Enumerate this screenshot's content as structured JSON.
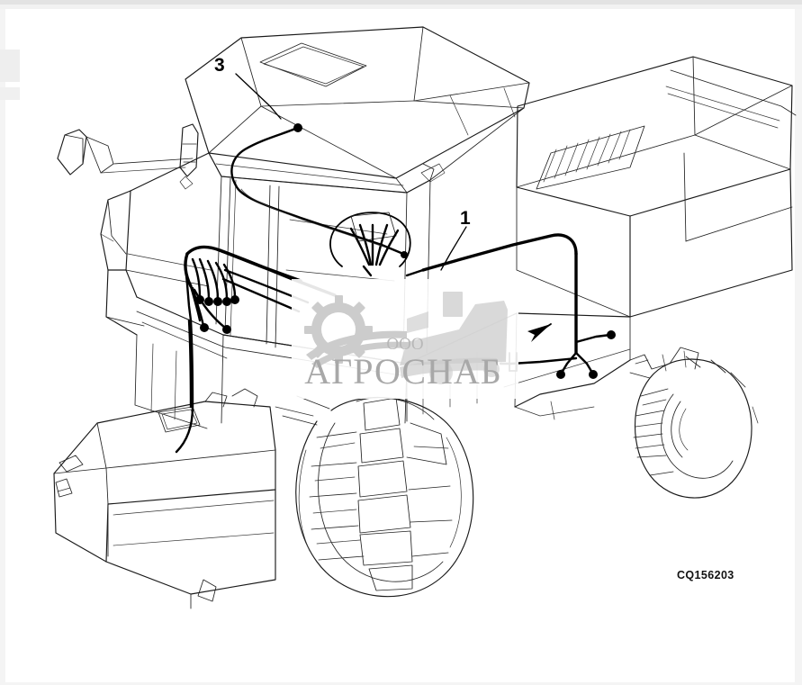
{
  "document": {
    "type": "parts-diagram",
    "subject": "combine-harvester-wiring-harness",
    "figure_caption": "CQ156203",
    "background_color": "#ffffff",
    "line_color": "#1a1a1a"
  },
  "callouts": [
    {
      "id": "1",
      "label": "1",
      "target": "main-wiring-harness-right-side"
    },
    {
      "id": "3",
      "label": "3",
      "target": "roof-harness-connector"
    }
  ],
  "watermark": {
    "company_suffix": "ООО",
    "company_name": "АГРОСНАБ",
    "icons": [
      "gear-icon",
      "combine-harvester-icon"
    ],
    "color": "#c9c9c9",
    "backdrop_color": "#ffffff"
  },
  "machine_parts": [
    {
      "name": "cab-roof",
      "description": "operator cab roof panel with hatch"
    },
    {
      "name": "cab-glass",
      "description": "front and side cab windows"
    },
    {
      "name": "grain-tank",
      "description": "grain tank side panel"
    },
    {
      "name": "engine-louver",
      "description": "engine compartment air intake louvers"
    },
    {
      "name": "feeder-house",
      "description": "front feeder house assembly"
    },
    {
      "name": "drive-tire",
      "description": "front lugged drive tire"
    },
    {
      "name": "steer-tire",
      "description": "rear steering tire"
    },
    {
      "name": "mirror-arm",
      "description": "left side mirror arm"
    },
    {
      "name": "roof-lamp",
      "description": "cab roof work lamp"
    },
    {
      "name": "detail-bubble",
      "description": "circular magnified inset of fanned wire bundle"
    }
  ],
  "harnesses": [
    {
      "name": "roof-harness",
      "callout": "3",
      "description": "harness routed along cab roof edge"
    },
    {
      "name": "right-side-harness",
      "callout": "1",
      "description": "harness routed down grain tank side with branch connectors"
    },
    {
      "name": "left-bundle-harness",
      "callout": null,
      "description": "fanned branch bundle with ring terminals behind cab"
    }
  ]
}
